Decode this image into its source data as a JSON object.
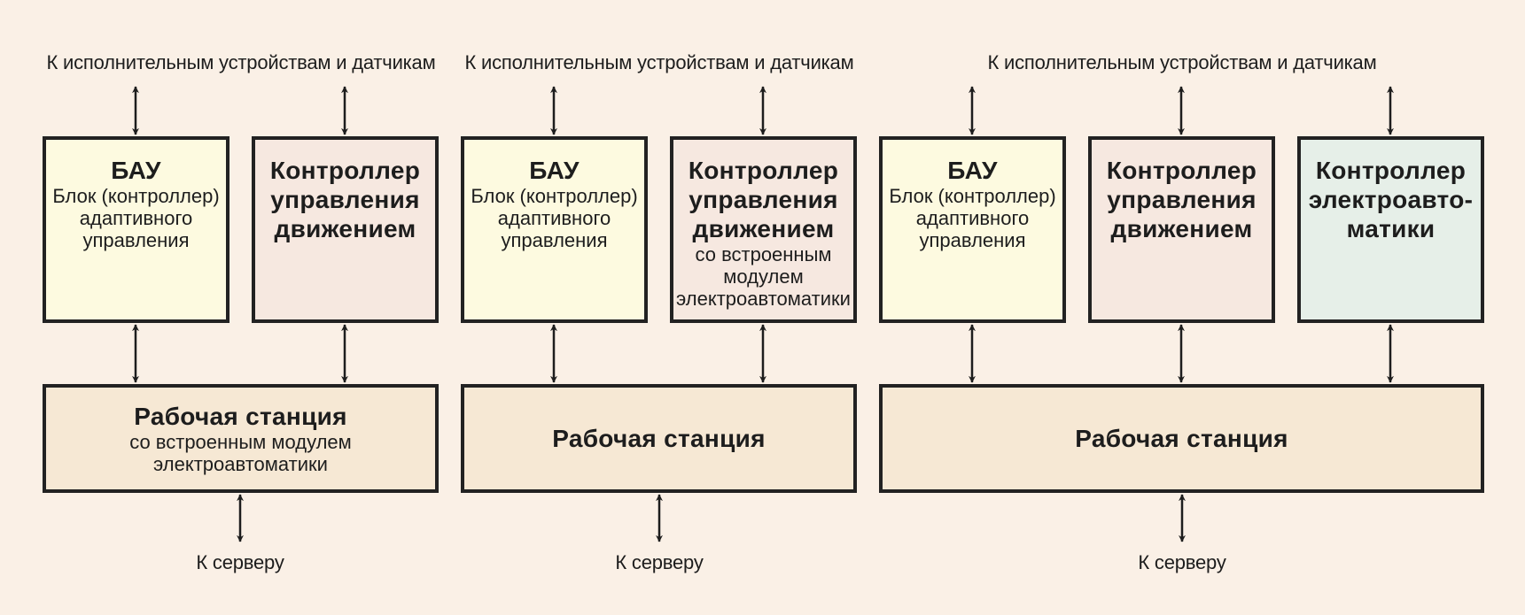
{
  "top_label": "К исполнительным устройствам и датчикам",
  "server_label": "К серверу",
  "bau": {
    "title": "БАУ",
    "lines": [
      "Блок (контроллер)",
      "адаптивного",
      "управления"
    ]
  },
  "motion": {
    "lines": [
      "Контроллер",
      "управления",
      "движением"
    ]
  },
  "motion_embedded": {
    "title_lines": [
      "Контроллер",
      "управления",
      "движением"
    ],
    "sub_lines": [
      "со встроенным",
      "модулем",
      "электроавтоматики"
    ]
  },
  "electro": {
    "lines": [
      "Контроллер",
      "электроавто-",
      "матики"
    ]
  },
  "workstation": {
    "title": "Рабочая станция",
    "sub_lines": [
      "со встроенным модулем",
      "электроавтоматики"
    ]
  },
  "colors": {
    "bau_fill": "#fdfae0",
    "motion_fill": "#f6e8e0",
    "electro_fill": "#e6efe8",
    "workstation_fill": "#f6e8d4",
    "background": "#faf0e6"
  }
}
